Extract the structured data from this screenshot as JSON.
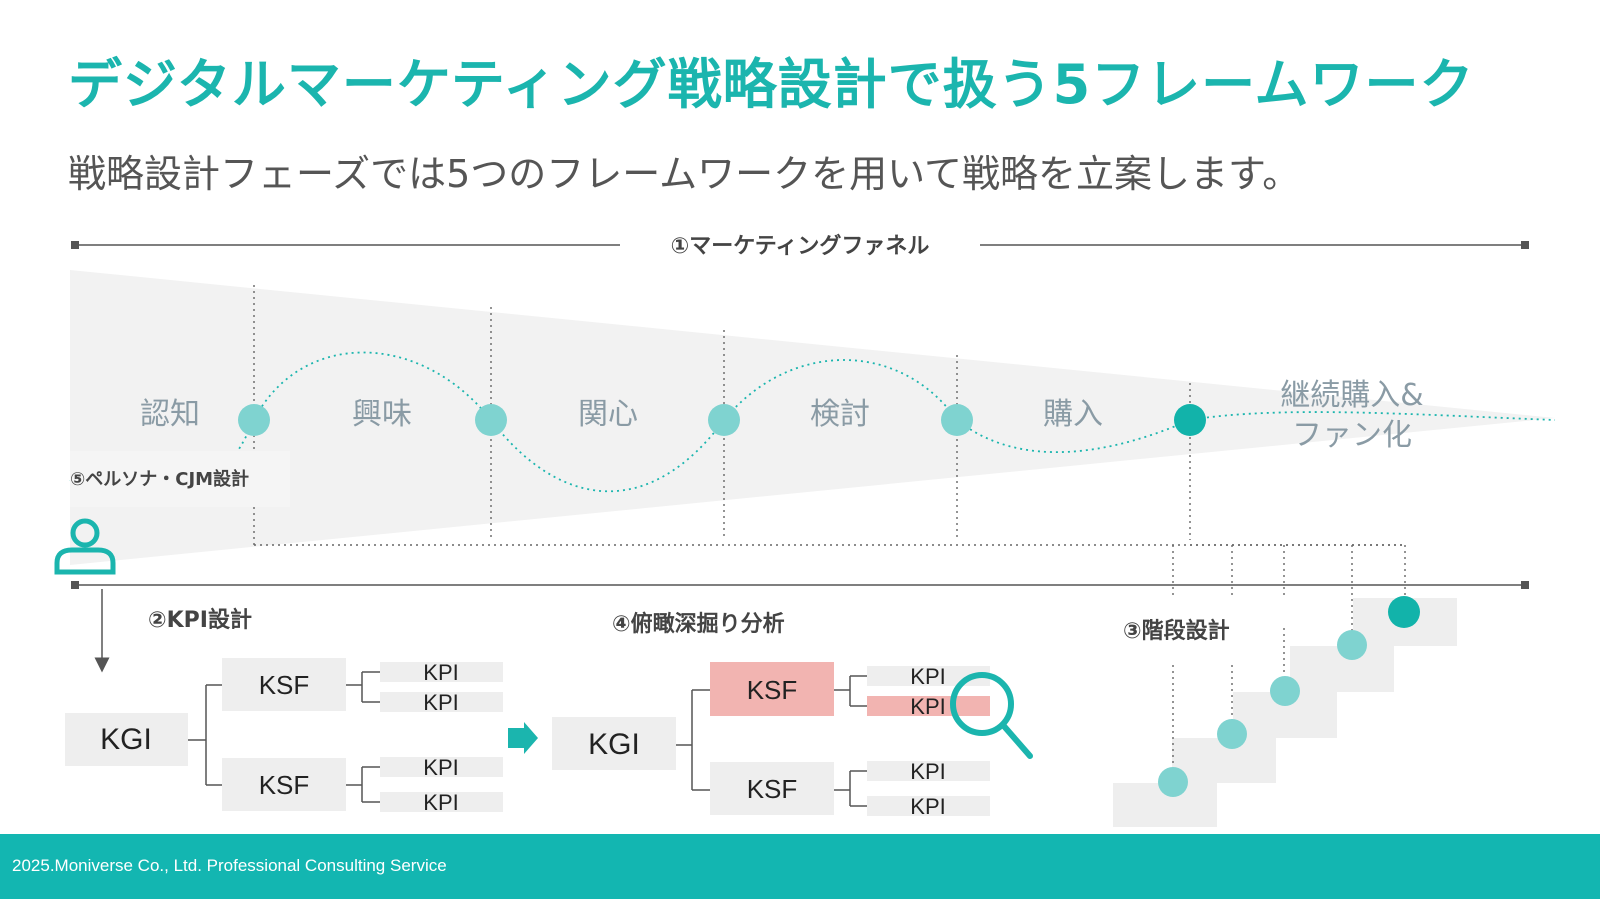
{
  "title": "デジタルマーケティング戦略設計で扱う5フレームワーク",
  "subtitle": "戦略設計フェーズでは5つのフレームワークを用いて戦略を立案します。",
  "funnel": {
    "label": "①マーケティングファネル",
    "stages": [
      "認知",
      "興味",
      "関心",
      "検討",
      "購入"
    ],
    "final_stage_line1": "継続購入&",
    "final_stage_line2": "ファン化"
  },
  "persona_label": "⑤ペルソナ・CJM設計",
  "kpi_design": {
    "label": "②KPI設計",
    "kgi": "KGI",
    "ksf": [
      "KSF",
      "KSF"
    ],
    "kpi": [
      "KPI",
      "KPI",
      "KPI",
      "KPI"
    ]
  },
  "overview_analysis": {
    "label": "④俯瞰深掘り分析",
    "kgi": "KGI",
    "ksf": [
      "KSF",
      "KSF"
    ],
    "kpi": [
      "KPI",
      "KPI",
      "KPI",
      "KPI"
    ]
  },
  "step_design": {
    "label": "③階段設計"
  },
  "footer": "2025.Moniverse Co., Ltd. Professional Consulting Service",
  "colors": {
    "accent": "#1bb5ae",
    "node_light": "#7fd3d0",
    "highlight": "#f2b4b1",
    "box_gray": "#eeeeee"
  }
}
